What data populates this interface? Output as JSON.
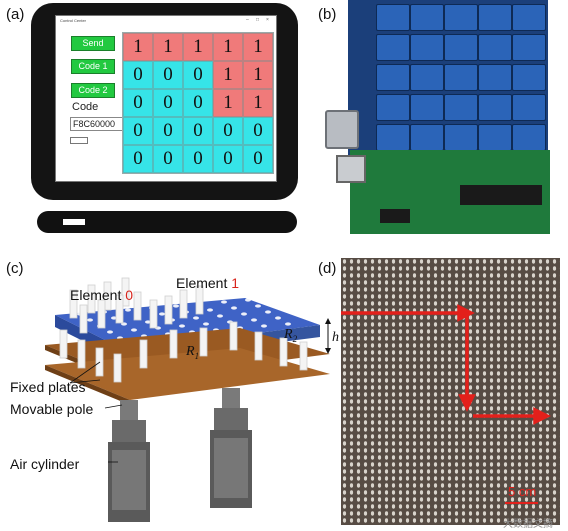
{
  "panels": {
    "a": "(a)",
    "b": "(b)",
    "c": "(c)",
    "d": "(d)"
  },
  "app": {
    "title": "Control Center",
    "buttons": {
      "send": "Send",
      "code1": "Code 1",
      "code2": "Code 2"
    },
    "code_label": "Code",
    "code_value": "F8C60000",
    "grid": [
      [
        1,
        1,
        1,
        1,
        1
      ],
      [
        0,
        0,
        0,
        1,
        1
      ],
      [
        0,
        0,
        0,
        1,
        1
      ],
      [
        0,
        0,
        0,
        0,
        0
      ],
      [
        0,
        0,
        0,
        0,
        0
      ]
    ],
    "colors": {
      "on": "#f07a7a",
      "off": "#36e4e8",
      "button": "#22c940"
    }
  },
  "diagram": {
    "element0_text": "Element ",
    "element0_digit": "0",
    "element1_text": "Element ",
    "element1_digit": "1",
    "r1": "R",
    "r1_sub": "1",
    "r2": "R",
    "r2_sub": "2",
    "h": "h",
    "fixed_plates": "Fixed plates",
    "movable_pole": "Movable pole",
    "air_cylinder": "Air cylinder"
  },
  "photo": {
    "scale": "5 cm",
    "watermark": "大数据文摘"
  }
}
